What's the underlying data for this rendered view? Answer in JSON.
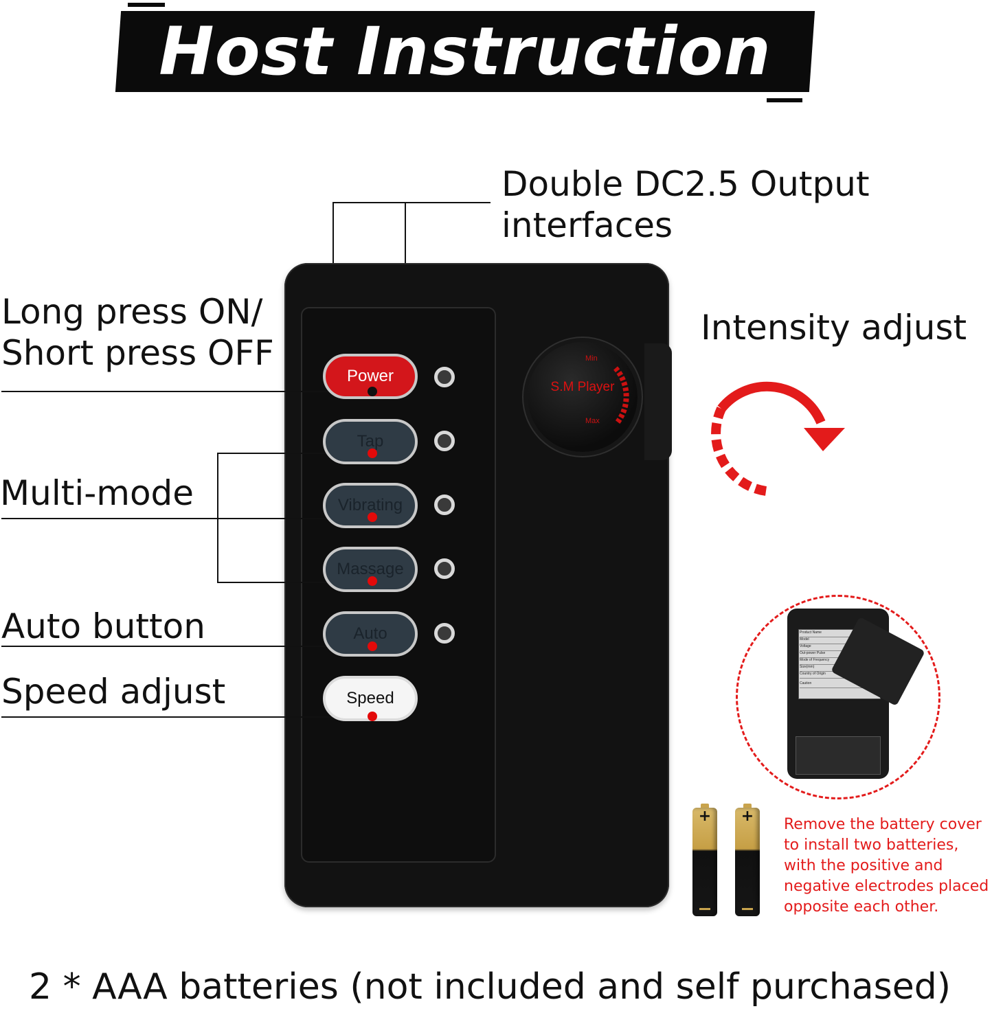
{
  "title": "Host Instruction",
  "labels": {
    "output": "Double DC2.5 Output\ninterfaces",
    "output_line1": "Double DC2.5 Output",
    "output_line2": "interfaces",
    "power_line1": "Long press ON/",
    "power_line2": "Short press OFF",
    "multi_mode": "Multi-mode",
    "auto": "Auto button",
    "speed": "Speed adjust",
    "intensity": "Intensity adjust"
  },
  "buttons": {
    "power": "Power",
    "tap": "Tap",
    "vibrating": "Vibrating",
    "massage": "Massage",
    "auto": "Auto",
    "speed": "Speed"
  },
  "knob": {
    "brand": "S.M Player",
    "min": "Min",
    "max": "Max"
  },
  "battery_back": {
    "rows": [
      "Product Name",
      "Model",
      "Voltage",
      "Out-power Pulse",
      "Mode of Frequency",
      "Size(mm)",
      "Country of Origin",
      "Caution"
    ]
  },
  "battery_note": [
    "Remove the battery cover",
    "to install two batteries,",
    "with the positive and",
    "negative electrodes placed",
    "opposite each other."
  ],
  "battery_plus": "+",
  "footer": "2 * AAA batteries (not included and self purchased)",
  "colors": {
    "accent_red": "#e31b1b",
    "power_red": "#d3161b",
    "device_black": "#121212"
  }
}
